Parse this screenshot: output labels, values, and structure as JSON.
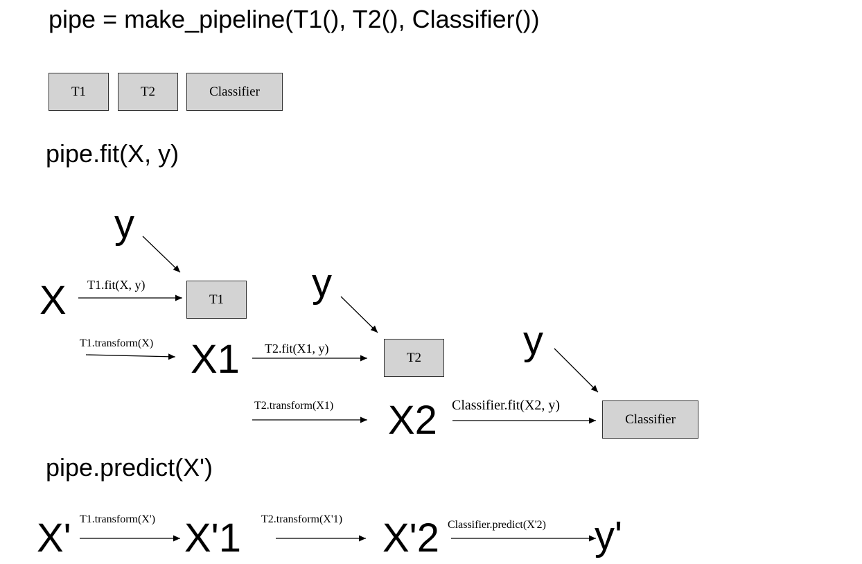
{
  "headings": {
    "pipeline_code": "pipe = make_pipeline(T1(), T2(), Classifier())",
    "fit_code": "pipe.fit(X, y)",
    "predict_code": "pipe.predict(X')"
  },
  "pipeline_boxes": {
    "t1": "T1",
    "t2": "T2",
    "classifier": "Classifier"
  },
  "fit": {
    "y": "y",
    "x": "X",
    "x1": "X1",
    "x2": "X2",
    "t1_box": "T1",
    "t2_box": "T2",
    "classifier_box": "Classifier",
    "t1_fit_label": "T1.fit(X, y)",
    "t1_transform_label": "T1.transform(X)",
    "t2_fit_label": "T2.fit(X1, y)",
    "t2_transform_label": "T2.transform(X1)",
    "classifier_fit_label": "Classifier.fit(X2, y)"
  },
  "predict": {
    "x_prime": "X'",
    "x_prime_1": "X'1",
    "x_prime_2": "X'2",
    "y_prime": "y'",
    "t1_transform_label": "T1.transform(X')",
    "t2_transform_label": "T2.transform(X'1)",
    "classifier_predict_label": "Classifier.predict(X'2)"
  }
}
